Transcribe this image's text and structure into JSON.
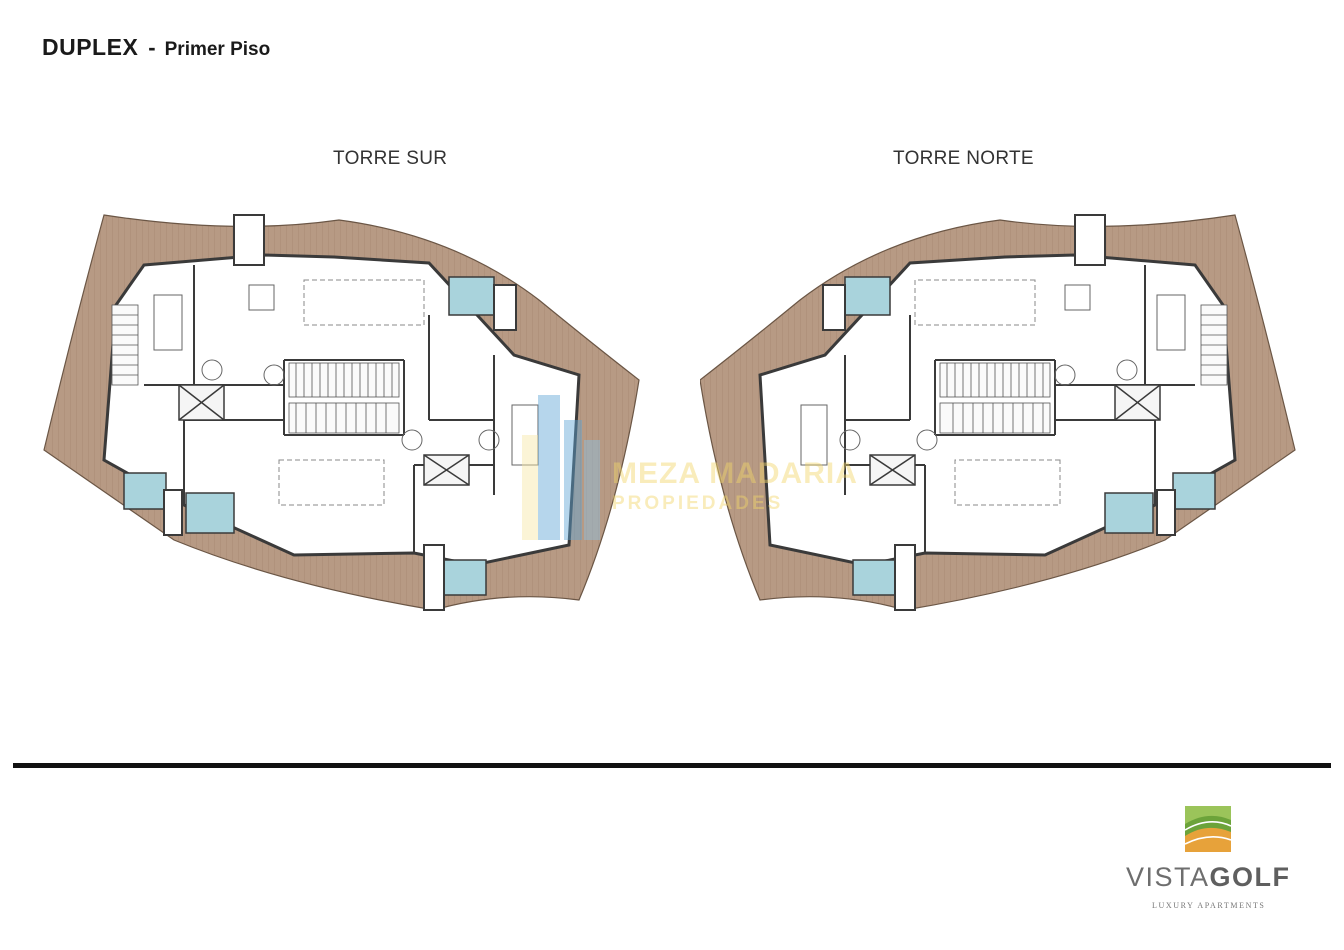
{
  "header": {
    "title": "DUPLEX",
    "separator": "-",
    "subtitle": "Primer Piso"
  },
  "towers": [
    {
      "label": "TORRE SUR"
    },
    {
      "label": "TORRE NORTE"
    }
  ],
  "watermark": {
    "line1": "MEZA MADARIA",
    "line2": "PROPIEDADES"
  },
  "logo": {
    "name_light": "VISTA",
    "name_bold": "GOLF",
    "tagline": "LUXURY APARTMENTS"
  },
  "colors": {
    "deck": "#b79a84",
    "deck_stripe": "#a88a74",
    "wall": "#3a3a3a",
    "pool": "#a9d3dc",
    "watermark_blue": "#5fa6d6",
    "watermark_yellow": "#f2d66b",
    "logo_green": "#6ca33a",
    "logo_orange": "#e7a23a"
  }
}
